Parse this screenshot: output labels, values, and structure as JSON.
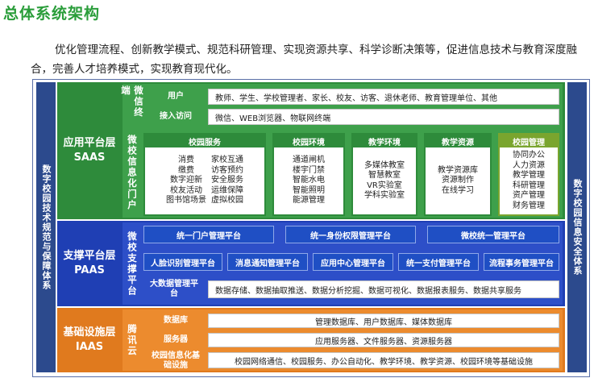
{
  "title": "总体系统架构",
  "intro": "优化管理流程、创新教学模式、规范科研管理、实现资源共享、科学诊断决策等，促进信息技术与教育深度融合，完善人才培养模式，实现教育现代化。",
  "left_sidebar": "数字校园技术规范与保障体系",
  "right_sidebar": "数字校园信息安全体系",
  "colors": {
    "saas": "#2e8b3b",
    "paas": "#1f3fb4",
    "iaas": "#e07a1e",
    "sidebar": "#2c4a8d",
    "paas_btn": "#1f4fc4"
  },
  "saas": {
    "layer_name": "应用平台层",
    "layer_code": "SAAS",
    "terminal_label": "微信终端",
    "terminal_rows": [
      {
        "label": "用户",
        "content": "教师、学生、学校管理者、家长、校友、访客、退休老师、教育管理单位、其他"
      },
      {
        "label": "接入访问",
        "content": "微信、WEB浏览器、物联网终端"
      }
    ],
    "portal_label": "微校信息化门户",
    "services": [
      {
        "title": "校园服务",
        "cols": [
          [
            "消费",
            "缴费",
            "数字迎新",
            "校友活动",
            "图书馆场景"
          ],
          [
            "家校互通",
            "访客预约",
            "安全服务",
            "运维保障",
            "虚拟校园"
          ]
        ]
      },
      {
        "title": "校园环境",
        "cols": [
          [
            "通道闸机",
            "楼宇门禁",
            "智能水电",
            "智能照明",
            "能源管理"
          ]
        ]
      },
      {
        "title": "教学环境",
        "cols": [
          [
            "多媒体教室",
            "智慧教室",
            "VR实验室",
            "学科实验室"
          ]
        ]
      },
      {
        "title": "教学资源",
        "cols": [
          [
            "教学资源库",
            "资源制作",
            "在线学习"
          ]
        ]
      },
      {
        "title": "校园管理",
        "cols": [
          [
            "协同办公",
            "人力资源",
            "教学管理",
            "科研管理",
            "资产管理",
            "财务管理"
          ]
        ]
      }
    ]
  },
  "paas": {
    "layer_name": "支撑平台层",
    "layer_code": "PAAS",
    "support_label": "微校支撑平台",
    "row1": [
      "统一门户管理平台",
      "统一身份权限管理平台",
      "微校统一管理平台"
    ],
    "row2": [
      "人脸识别管理平台",
      "消息通知管理平台",
      "应用中心管理平台",
      "统一支付管理平台",
      "流程事务管理平台"
    ],
    "bigdata_label": "大数据管理平台",
    "bigdata_content": "数据存储、数据抽取推送、数据分析挖掘、数据可视化、数据报表服务、数据共享服务"
  },
  "iaas": {
    "layer_name": "基础设施层",
    "layer_code": "IAAS",
    "cloud_label": "腾讯云",
    "rows": [
      {
        "label": "数据库",
        "content": "管理数据库、用户数据库、媒体数据库"
      },
      {
        "label": "服务器",
        "content": "应用服务器、文件服务器、资源服务器"
      },
      {
        "label": "校园信息化基础设施",
        "content": "校园网络通信、校园服务、办公自动化、教学环境、教学资源、校园环境等基础设施"
      }
    ]
  }
}
